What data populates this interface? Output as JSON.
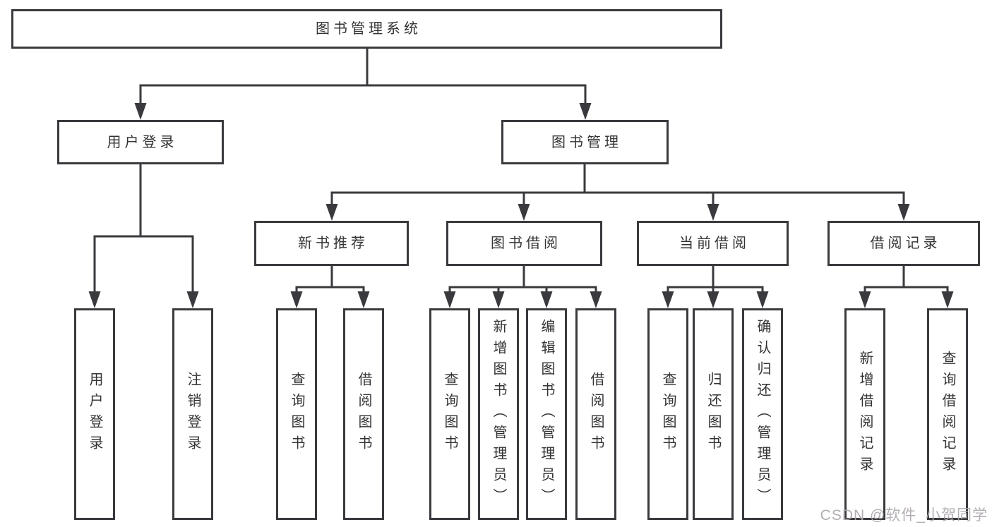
{
  "tree": {
    "label": "图书管理系统",
    "children": [
      {
        "label": "用户登录",
        "children": [
          {
            "label": "用户登录"
          },
          {
            "label": "注销登录"
          }
        ]
      },
      {
        "label": "图书管理",
        "children": [
          {
            "label": "新书推荐",
            "children": [
              {
                "label": "查询图书"
              },
              {
                "label": "借阅图书"
              }
            ]
          },
          {
            "label": "图书借阅",
            "children": [
              {
                "label": "查询图书"
              },
              {
                "label": "新增图书（管理员）"
              },
              {
                "label": "编辑图书（管理员）"
              },
              {
                "label": "借阅图书"
              }
            ]
          },
          {
            "label": "当前借阅",
            "children": [
              {
                "label": "查询图书"
              },
              {
                "label": "归还图书"
              },
              {
                "label": "确认归还（管理员）"
              }
            ]
          },
          {
            "label": "借阅记录",
            "children": [
              {
                "label": "新增借阅记录"
              },
              {
                "label": "查询借阅记录"
              }
            ]
          }
        ]
      }
    ]
  },
  "watermark": {
    "label": "CSDN @软件_小贺同学"
  },
  "colors": {
    "line": "#3a3a3e",
    "text": "#333333",
    "watermark": "#aca7ac",
    "background": "#ffffff"
  }
}
